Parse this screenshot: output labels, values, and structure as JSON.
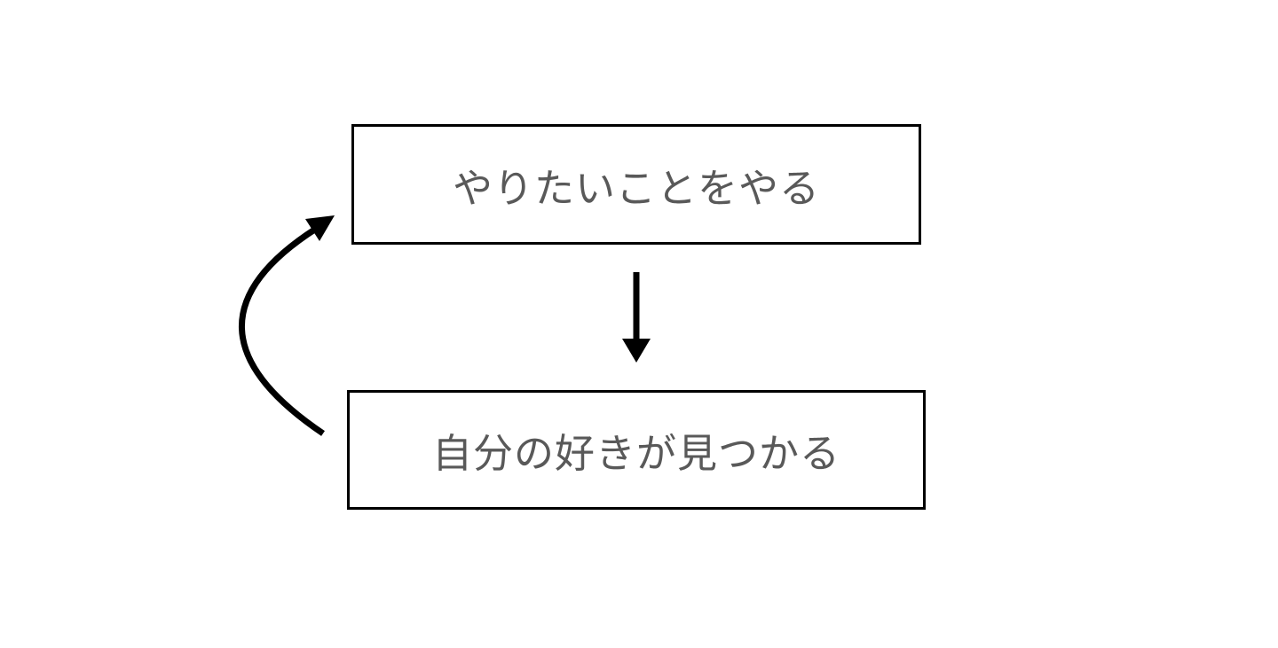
{
  "diagram": {
    "colors": {
      "background": "#ffffff",
      "box_border": "#000000",
      "arrow": "#000000",
      "text": "#595959"
    },
    "nodes": {
      "top": {
        "label": "やりたいことをやる"
      },
      "bottom": {
        "label": "自分の好きが見つかる"
      }
    },
    "arrows": [
      {
        "id": "down-arrow",
        "from": "top",
        "to": "bottom",
        "shape": "straight-down"
      },
      {
        "id": "loop-back-arrow",
        "from": "bottom",
        "to": "top",
        "shape": "curved-left-up"
      }
    ]
  }
}
